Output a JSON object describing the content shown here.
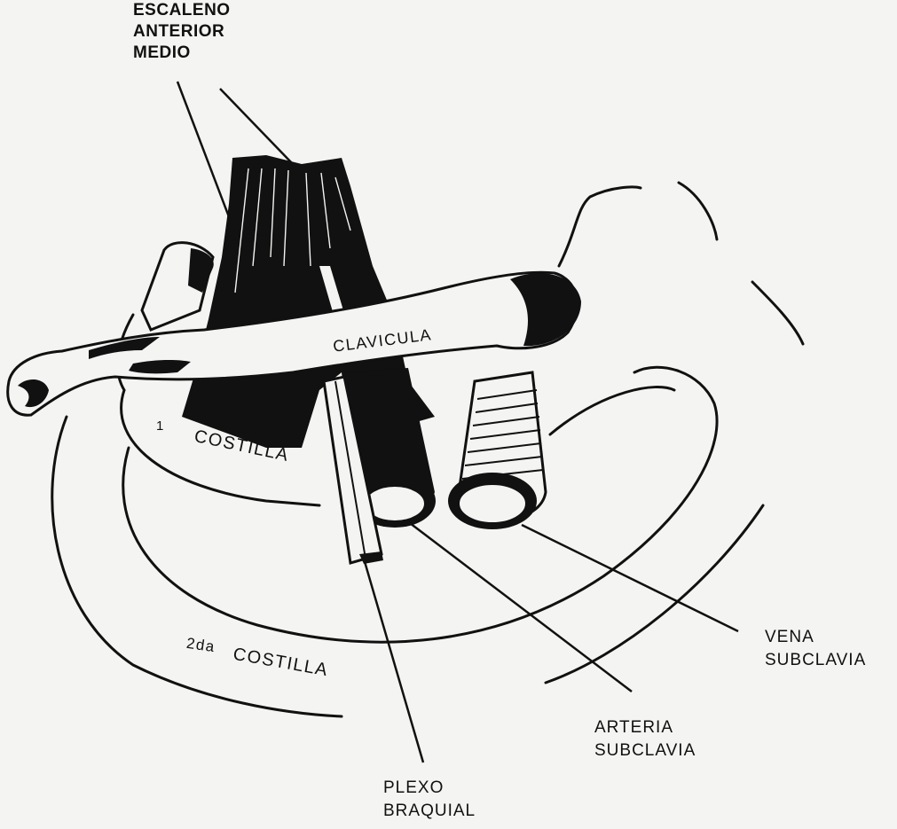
{
  "labels": {
    "escaleno": [
      "ESCALENO",
      "ANTERIOR",
      "MEDIO"
    ],
    "clavicula": "CLAVICULA",
    "costilla1_num": "1",
    "costilla1": "COSTILLA",
    "costilla2_num": "2da",
    "costilla2": "COSTILLA",
    "vena": [
      "VENA",
      "SUBCLAVIA"
    ],
    "arteria": [
      "ARTERIA",
      "SUBCLAVIA"
    ],
    "plexo": [
      "PLEXO",
      "BRAQUIAL"
    ]
  },
  "colors": {
    "ink": "#111111",
    "paper": "#f4f4f2"
  }
}
